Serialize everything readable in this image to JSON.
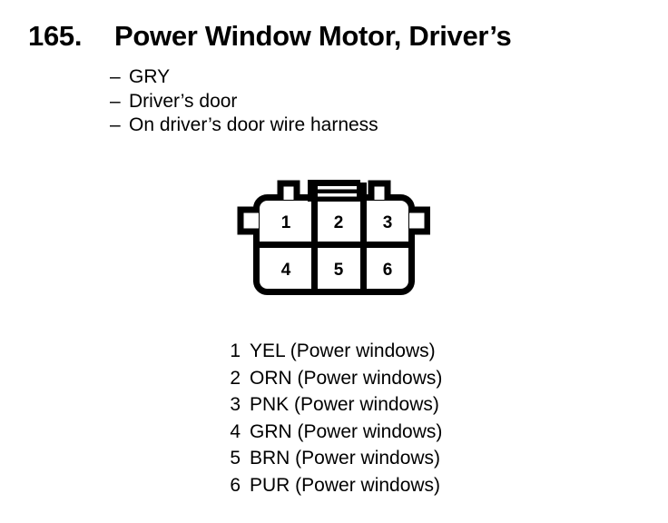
{
  "title": {
    "number": "165.",
    "name": "Power Window Motor, Driver’s"
  },
  "notes": {
    "dash": "–",
    "items": [
      "GRY",
      "Driver’s door",
      "On driver’s door wire harness"
    ]
  },
  "connector": {
    "type": "6-way connector, 2 rows x 3 columns",
    "row_top": [
      "1",
      "2",
      "3"
    ],
    "row_bottom": [
      "4",
      "5",
      "6"
    ],
    "outline_color": "#000000",
    "fill_color": "#ffffff"
  },
  "legend": {
    "rows": [
      {
        "pin": "1",
        "text": "YEL (Power windows)"
      },
      {
        "pin": "2",
        "text": "ORN (Power windows)"
      },
      {
        "pin": "3",
        "text": "PNK (Power windows)"
      },
      {
        "pin": "4",
        "text": "GRN (Power windows)"
      },
      {
        "pin": "5",
        "text": "BRN (Power windows)"
      },
      {
        "pin": "6",
        "text": "PUR (Power windows)"
      }
    ]
  }
}
